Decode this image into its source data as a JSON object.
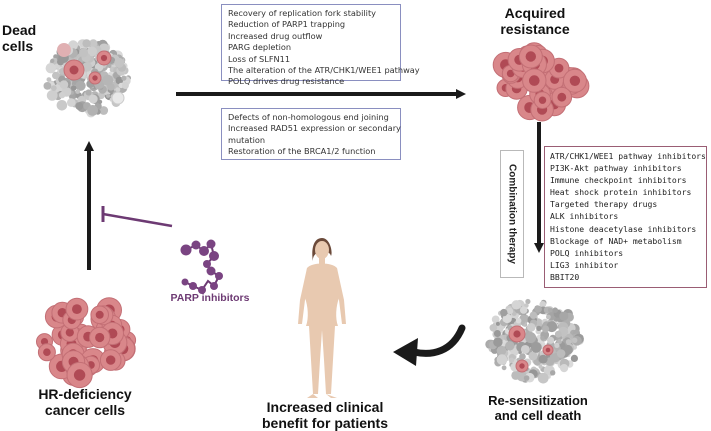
{
  "labels": {
    "dead_cells": [
      "Dead",
      "cells"
    ],
    "acquired_resistance": [
      "Acquired",
      "resistance"
    ],
    "hr_deficiency": [
      "HR-deficiency",
      "cancer cells"
    ],
    "clinical_benefit": [
      "Increased clinical",
      "benefit for patients"
    ],
    "resensitization": [
      "Re-sensitization",
      "and cell death"
    ],
    "parp_inhibitors": "PARP inhibitors",
    "combination_therapy": "Combination therapy"
  },
  "resistance_mechanisms_box": [
    "Recovery of replication fork stability",
    "Reduction of PARP1 trapping",
    "Increased drug outflow",
    "PARG depletion",
    "Loss of SLFN11",
    "The alteration of the ATR/CHK1/WEE1 pathway",
    "POLQ drives drug resistance"
  ],
  "hr_restoration_box": [
    "Defects of non-homologous end joining",
    "Increased RAD51 expression or secondary",
    "mutation",
    "Restoration of the BRCA1/2 function"
  ],
  "combination_agents_box": [
    "ATR/CHK1/WEE1 pathway inhibitors",
    "PI3K-Akt pathway inhibitors",
    "Immune checkpoint inhibitors",
    "Heat shock protein inhibitors",
    "Targeted therapy drugs",
    "ALK inhibitors",
    "Histone deacetylase inhibitors",
    "Blockage of NAD+ metabolism",
    "POLQ inhibitors",
    "LIG3 inhibitor",
    "BBIT20"
  ],
  "colors": {
    "arrow": "#1a1a1a",
    "parp_purple": "#6d3a73",
    "cancer_cell_pink": "#d9878a",
    "cancer_nucleus": "#b04a55",
    "dead_cell_gray": "#a9a9a9",
    "box_border_blue": "#8a8fc0",
    "box_border_mauve": "#9a5d74"
  }
}
